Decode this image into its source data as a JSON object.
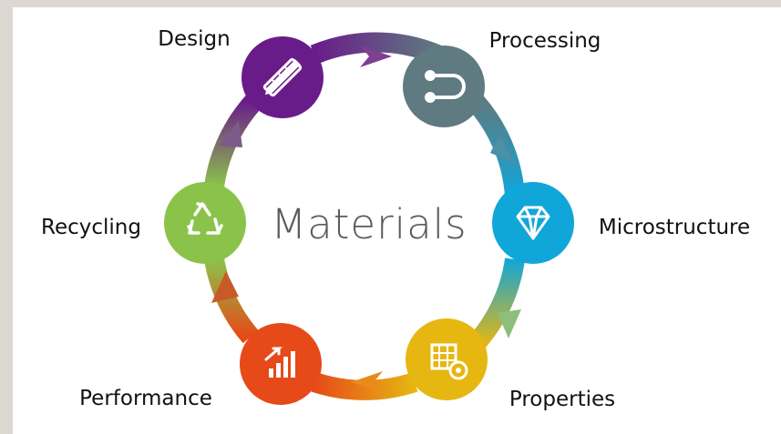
{
  "center_title": "Materials",
  "stages": [
    {
      "label": "Design",
      "icon": "pencil-ruler-icon",
      "color": "#6a1b8a"
    },
    {
      "label": "Processing",
      "icon": "process-flow-icon",
      "color": "#5f7a80"
    },
    {
      "label": "Microstructure",
      "icon": "diamond-icon",
      "color": "#11a6d9"
    },
    {
      "label": "Properties",
      "icon": "table-gear-icon",
      "color": "#e6b711"
    },
    {
      "label": "Performance",
      "icon": "bar-chart-icon",
      "color": "#e64a19"
    },
    {
      "label": "Recycling",
      "icon": "recycle-icon",
      "color": "#8bc34a"
    }
  ]
}
